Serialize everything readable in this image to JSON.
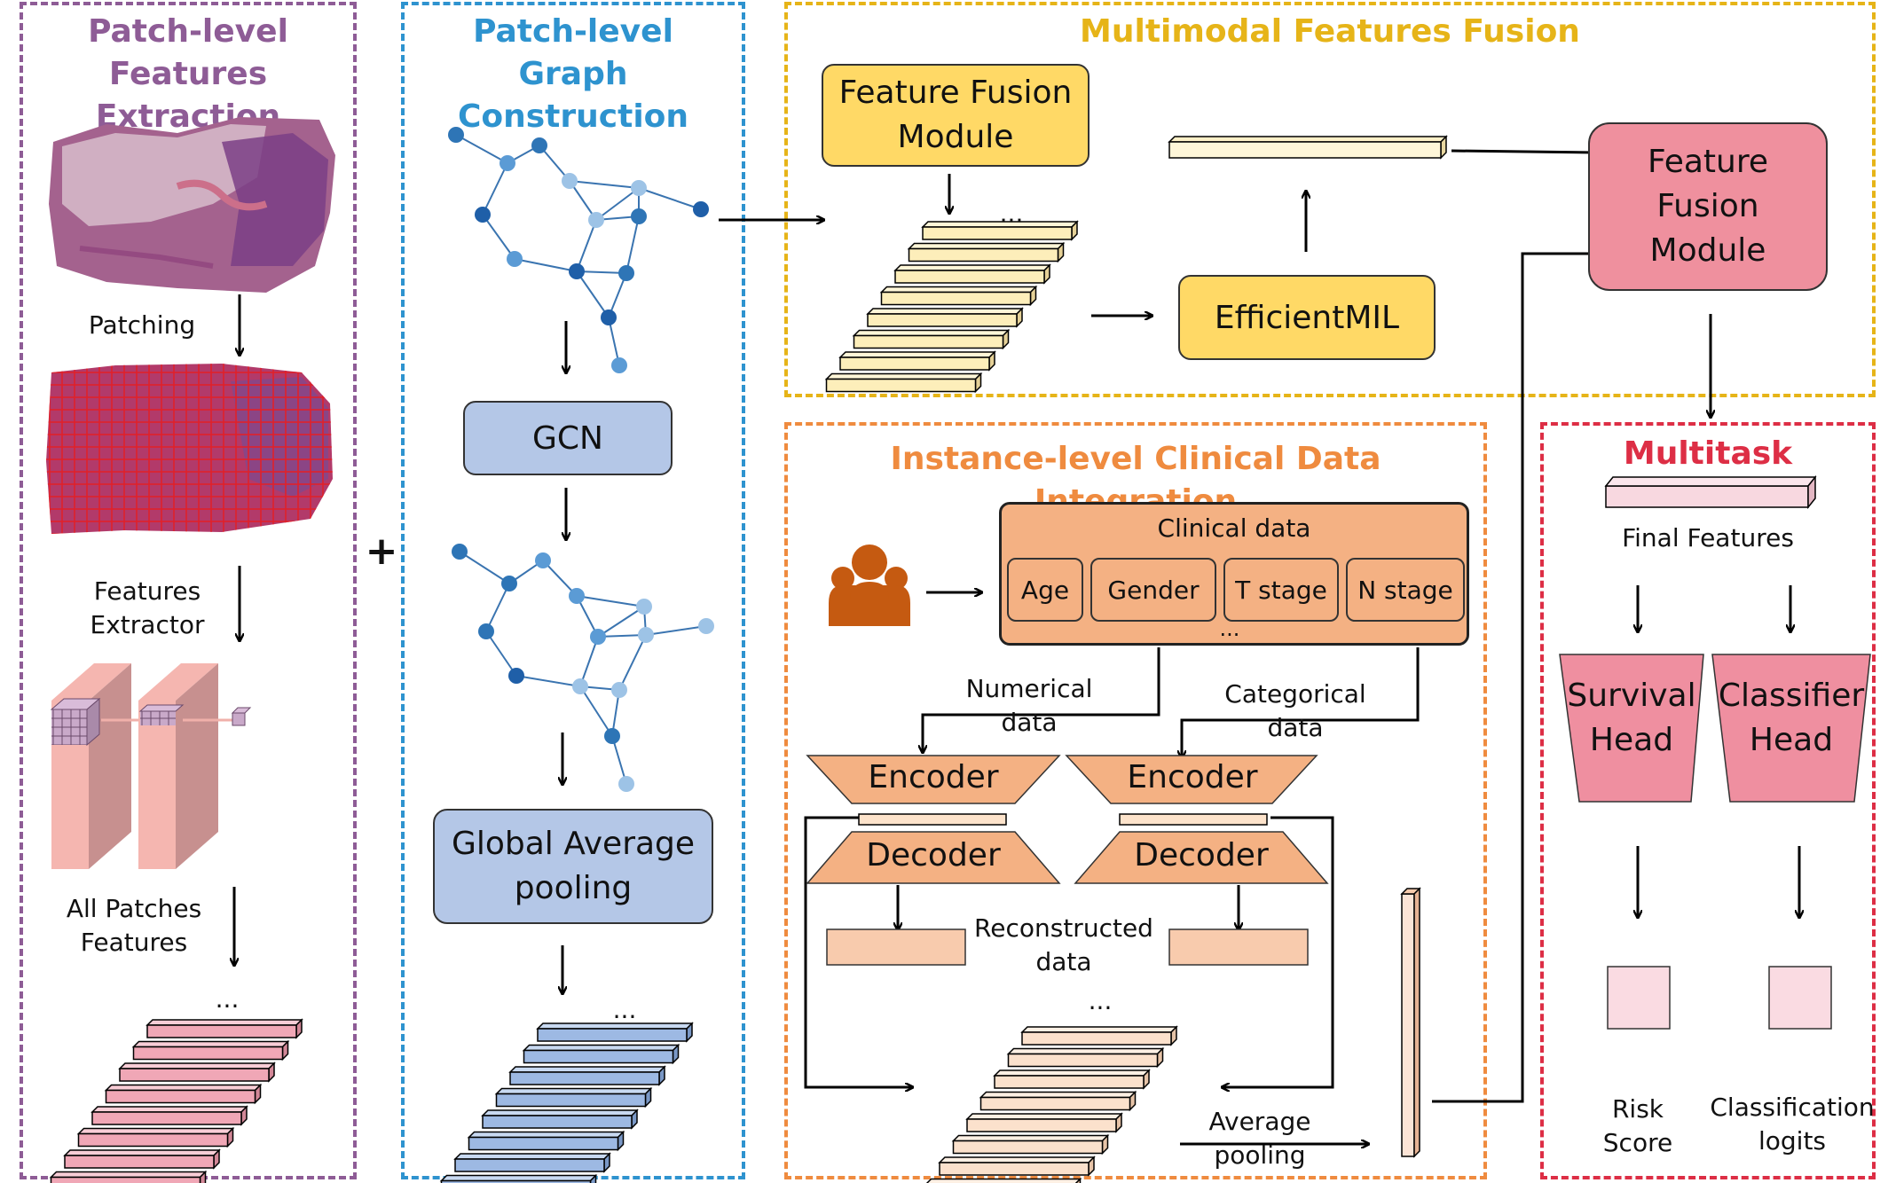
{
  "panels": {
    "patch_features": {
      "title": "Patch-level\nFeatures Extraction",
      "color": "#8e5c96"
    },
    "graph": {
      "title": "Patch-level\nGraph Construction",
      "color": "#2e93cf"
    },
    "fusion": {
      "title": "Multimodal Features Fusion",
      "color": "#e6b418"
    },
    "clinical": {
      "title": "Instance-level Clinical Data Integration",
      "color": "#ef8b3f"
    },
    "multitask": {
      "title": "Multitask Prediction",
      "color": "#dd2e45"
    }
  },
  "extraction": {
    "patching": "Patching",
    "extractor": "Features\nExtractor",
    "all_patches": "All Patches\nFeatures",
    "ellipsis": "..."
  },
  "plus": "+",
  "graph": {
    "gcn": "GCN",
    "gap": "Global Average\npooling",
    "ellipsis": "..."
  },
  "fusion": {
    "ffm": "Feature Fusion\nModule",
    "efficientmil": "EfficientMIL",
    "ellipsis": "..."
  },
  "ffm_main": "Feature\nFusion\nModule",
  "clinical": {
    "title_box": "Clinical data",
    "fields": [
      "Age",
      "Gender",
      "T stage",
      "N stage"
    ],
    "fields_ellipsis": "...",
    "numerical": "Numerical\ndata",
    "categorical": "Categorical\ndata",
    "encoder": "Encoder",
    "decoder": "Decoder",
    "reconstructed": "Reconstructed\ndata",
    "avg_pooling": "Average\npooling",
    "ellipsis": "..."
  },
  "multitask": {
    "final_features": "Final Features",
    "survival_head": "Survival\nHead",
    "classifier_head": "Classifier\nHead",
    "risk_score": "Risk\nScore",
    "classification_logits": "Classification\nlogits"
  },
  "icons": {
    "patients": "group-of-people-icon"
  }
}
